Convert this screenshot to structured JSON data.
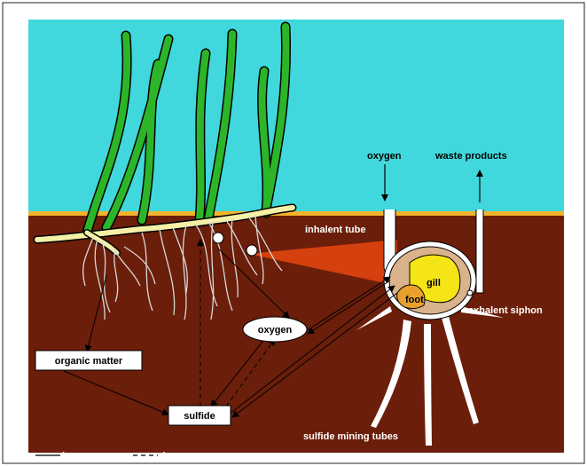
{
  "colors": {
    "water": "#40D8DC",
    "sediment": "#6B1E0A",
    "sand_line": "#F2B32C",
    "oxygen_plume": "#D4400E",
    "seagrass": "#2DB52A",
    "rhizome": "#F4F0A6",
    "gill": "#F5E416",
    "foot": "#E9A12E",
    "body": "#D9B38C"
  },
  "labels": {
    "oxygen_top": "oxygen",
    "waste_products": "waste products",
    "inhalent_tube": "inhalent tube",
    "gill": "gill",
    "foot": "foot",
    "exhalent_siphon": "exhalent siphon",
    "oxygen_box": "oxygen",
    "organic_matter": "organic matter",
    "sulfide": "sulfide",
    "sulfide_mining_tubes": "sulfide mining tubes"
  },
  "legend": {
    "increases": "increases",
    "decreases": "decreases"
  },
  "icons": {
    "seagrass": "seagrass-plant-icon",
    "bivalve": "bivalve-clam-icon"
  }
}
